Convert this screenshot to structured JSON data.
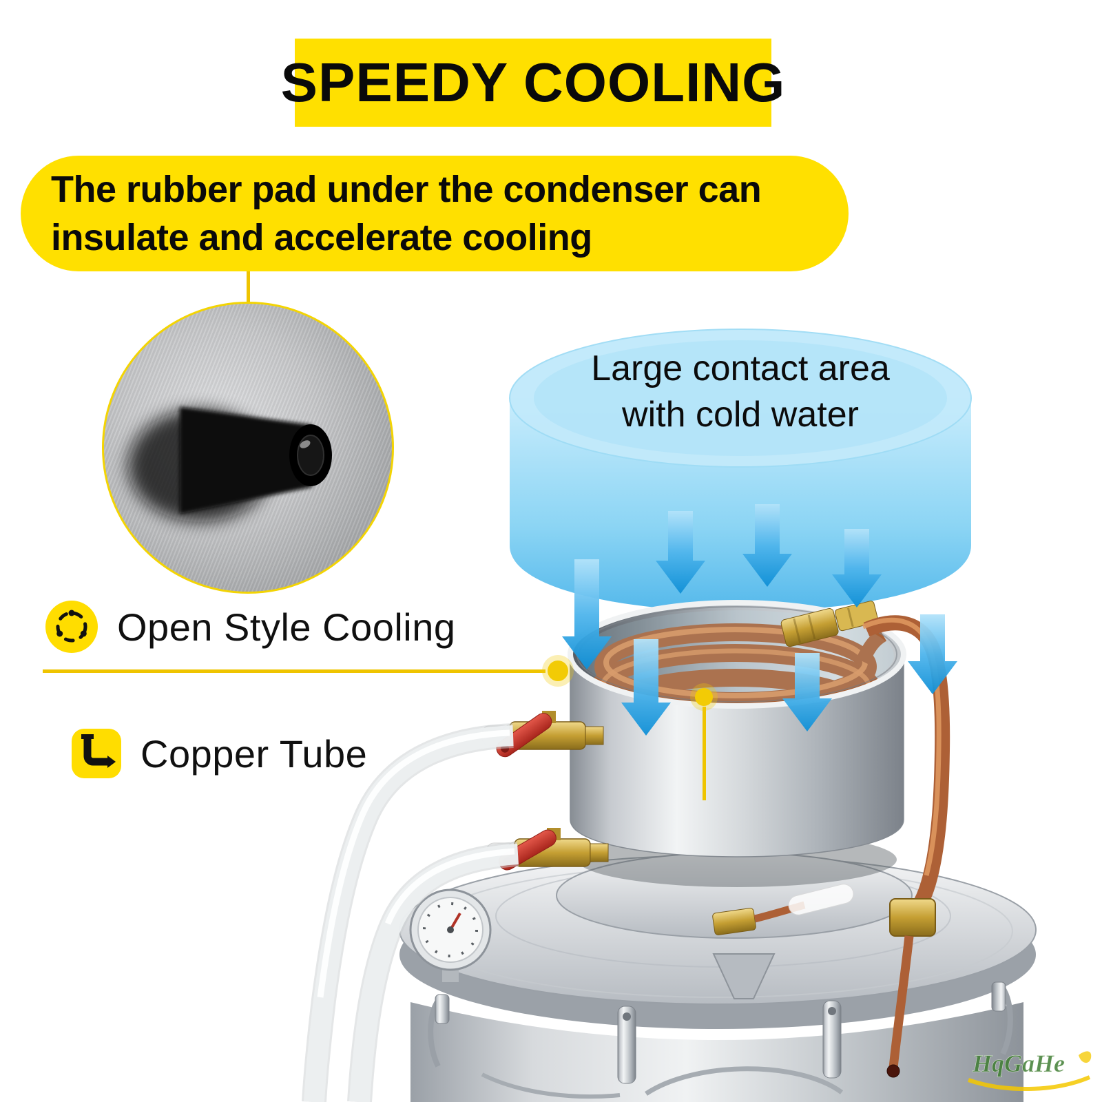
{
  "header": {
    "title": "SPEEDY COOLING"
  },
  "callout": {
    "line1": "The rubber pad under the condenser can",
    "line2": "insulate and accelerate cooling"
  },
  "water": {
    "line1": "Large contact area",
    "line2": "with cold water"
  },
  "features": [
    {
      "label": "Open Style Cooling",
      "icon": "cycle-arrows-icon"
    },
    {
      "label": "Copper Tube",
      "icon": "pipe-elbow-icon"
    }
  ],
  "watermark": {
    "brand": "HqGaHe"
  },
  "colors": {
    "accent_yellow": "#FFE000",
    "pointer_yellow": "#EFC400",
    "water_blue": "#7FD0F3",
    "arrow_blue": "#2AA7E8",
    "copper": "#B16A3C",
    "brass": "#C9A23E",
    "steel": "#C8CCD1",
    "valve_red": "#C9392C",
    "text": "#111111"
  }
}
